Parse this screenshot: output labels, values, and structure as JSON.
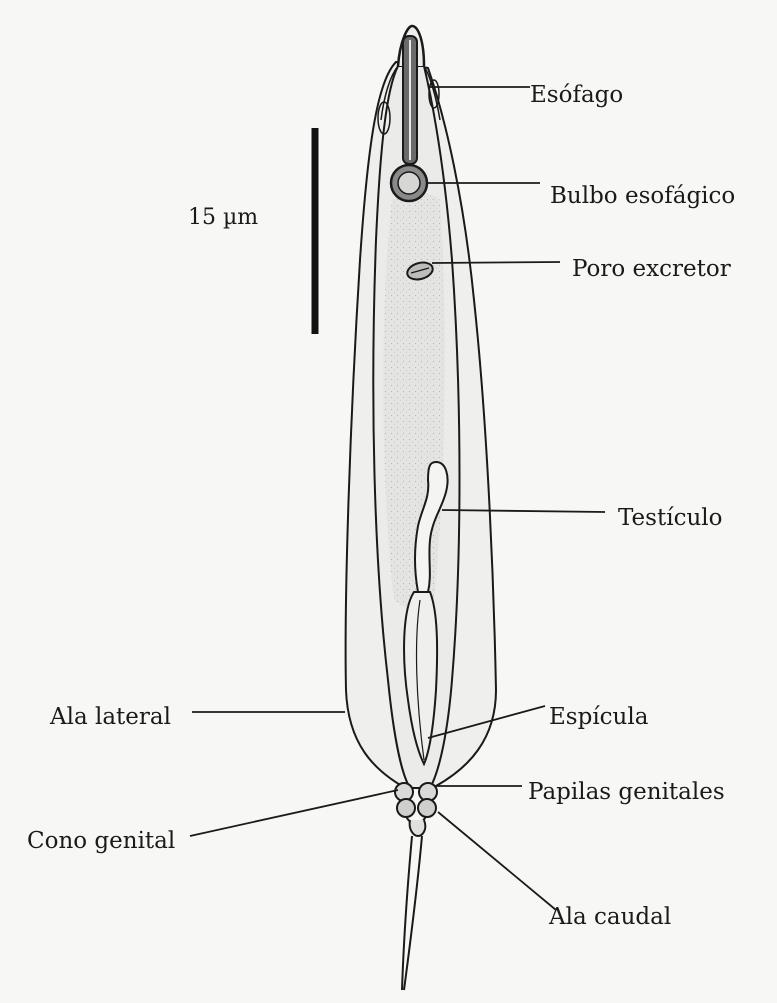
{
  "scale_bar": {
    "label": "15 µm"
  },
  "labels": {
    "esofago": "Esófago",
    "bulbo": "Bulbo esofágico",
    "poro": "Poro excretor",
    "testiculo": "Testículo",
    "ala_lateral": "Ala lateral",
    "espicula": "Espícula",
    "papilas": "Papilas genitales",
    "cono": "Cono genital",
    "ala_caudal": "Ala caudal"
  },
  "colors": {
    "ink": "#1a1a1a",
    "body_fill": "#ededeb",
    "gut_fill": "#dcdcda",
    "background": "#f7f7f6"
  }
}
